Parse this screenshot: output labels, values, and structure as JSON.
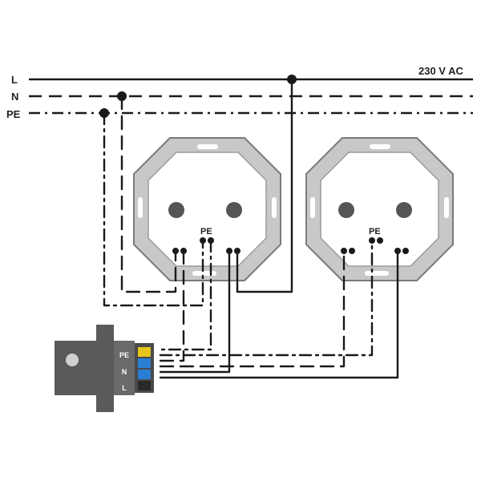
{
  "lines": {
    "l_label": "L",
    "n_label": "N",
    "pe_label": "PE",
    "voltage": "230 V AC"
  },
  "sockets": [
    {
      "pe_label": "PE"
    },
    {
      "pe_label": "PE"
    }
  ],
  "connector": {
    "terminal_labels": [
      "L",
      "N",
      "PE"
    ],
    "terminal_colors": [
      "#e8c51a",
      "#2a7fd4",
      "#3a3a3a"
    ],
    "body_color": "#5a5a5a"
  },
  "colors": {
    "wire": "#1a1a1a",
    "socket_frame": "#c8c8c8",
    "socket_frame_edge": "#7a7a7a"
  }
}
